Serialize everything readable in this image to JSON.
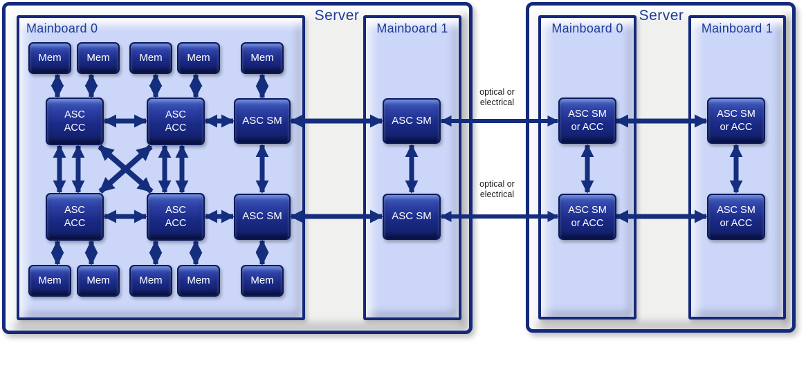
{
  "servers": [
    {
      "label": "Server",
      "mainboards": [
        {
          "label": "Mainboard 0"
        },
        {
          "label": "Mainboard 1"
        }
      ]
    },
    {
      "label": "Server",
      "mainboards": [
        {
          "label": "Mainboard 0"
        },
        {
          "label": "Mainboard 1"
        }
      ]
    }
  ],
  "chips": {
    "mem": "Mem",
    "asc_acc": "ASC\nACC",
    "asc_sm": "ASC SM",
    "asc_sm_or_acc": "ASC SM\nor ACC"
  },
  "links": [
    {
      "label": "optical or\nelectrical"
    },
    {
      "label": "optical or\nelectrical"
    }
  ],
  "connections": [
    "server0.mb0.mem-top-1 <-> server0.mb0.asc-acc-top-left",
    "server0.mb0.mem-top-2 <-> server0.mb0.asc-acc-top-left",
    "server0.mb0.mem-top-3 <-> server0.mb0.asc-acc-top-right",
    "server0.mb0.mem-top-4 <-> server0.mb0.asc-acc-top-right",
    "server0.mb0.mem-top-5 <-> server0.mb0.asc-sm-top",
    "server0.mb0.mem-bottom-1 <-> server0.mb0.asc-acc-bottom-left",
    "server0.mb0.mem-bottom-2 <-> server0.mb0.asc-acc-bottom-left",
    "server0.mb0.mem-bottom-3 <-> server0.mb0.asc-acc-bottom-right",
    "server0.mb0.mem-bottom-4 <-> server0.mb0.asc-acc-bottom-right",
    "server0.mb0.mem-bottom-5 <-> server0.mb0.asc-sm-bottom",
    "server0.mb0.asc-acc-top-left <-> server0.mb0.asc-acc-top-right",
    "server0.mb0.asc-acc-top-right <-> server0.mb0.asc-sm-top",
    "server0.mb0.asc-acc-bottom-left <-> server0.mb0.asc-acc-bottom-right",
    "server0.mb0.asc-acc-bottom-right <-> server0.mb0.asc-sm-bottom",
    "server0.mb0.asc-acc-top-left <-> server0.mb0.asc-acc-bottom-left (x2)",
    "server0.mb0.asc-acc-top-right <-> server0.mb0.asc-acc-bottom-right (x2)",
    "server0.mb0.asc-acc-top-left <-> server0.mb0.asc-acc-bottom-right (diagonal)",
    "server0.mb0.asc-acc-top-right <-> server0.mb0.asc-acc-bottom-left (diagonal)",
    "server0.mb0.asc-sm-top <-> server0.mb0.asc-sm-bottom",
    "server0.mb0.asc-sm-top <-> server0.mb1.asc-sm-top",
    "server0.mb0.asc-sm-bottom <-> server0.mb1.asc-sm-bottom",
    "server0.mb1.asc-sm-top <-> server0.mb1.asc-sm-bottom",
    "server0.mb1.asc-sm-top <-> server1.mb0.asc-sm-or-acc-top (optical or electrical)",
    "server0.mb1.asc-sm-bottom <-> server1.mb0.asc-sm-or-acc-bottom (optical or electrical)",
    "server1.mb0.asc-sm-or-acc-top <-> server1.mb1.asc-sm-or-acc-top",
    "server1.mb0.asc-sm-or-acc-bottom <-> server1.mb1.asc-sm-or-acc-bottom",
    "server1.mb0.asc-sm-or-acc-top <-> server1.mb0.asc-sm-or-acc-bottom",
    "server1.mb1.asc-sm-or-acc-top <-> server1.mb1.asc-sm-or-acc-bottom"
  ],
  "colors": {
    "navy_line": "#142e7d",
    "chip_border": "#0b1a5e",
    "chip_fill_top": "#4663c0",
    "chip_fill_bottom": "#101e67",
    "mainboard_fill": "#cbd6f8",
    "server_fill": "#f0f0ee",
    "heading_navy": "#1d3b99",
    "link_text": "#1a1a1a",
    "chip_text": "#ffffff"
  }
}
